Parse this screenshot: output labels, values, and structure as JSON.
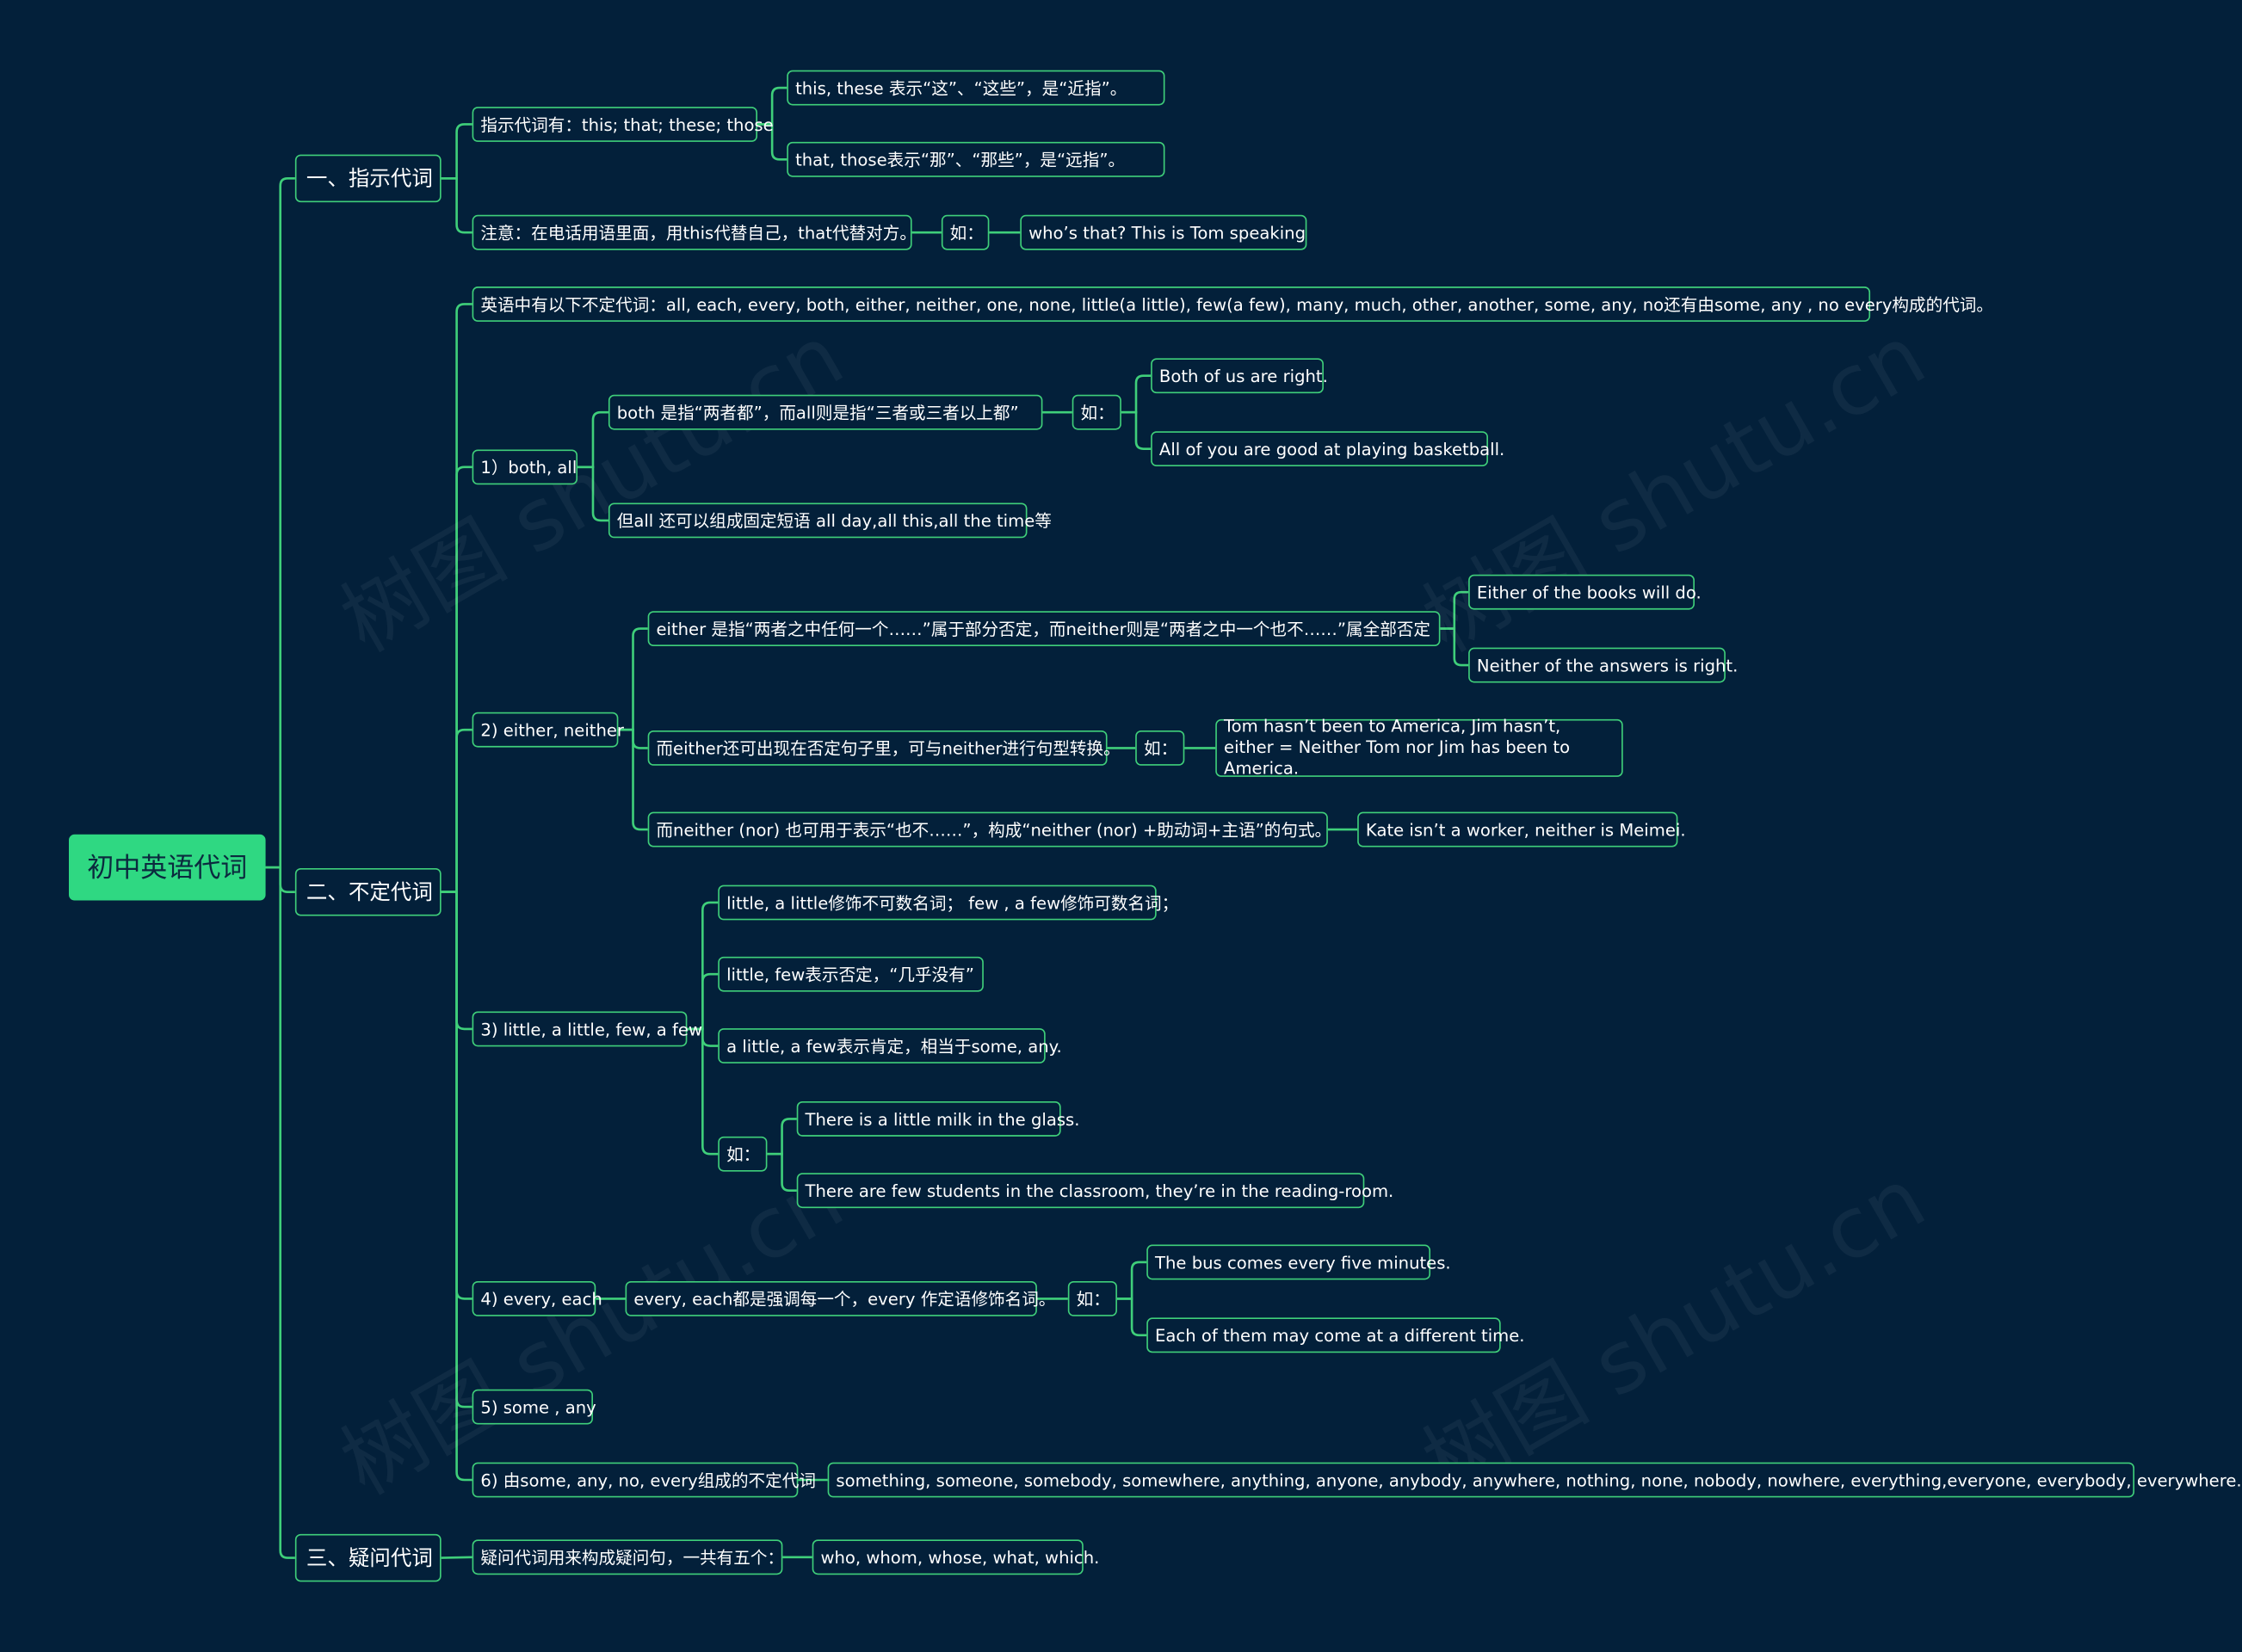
{
  "root": "初中英语代词",
  "sections": {
    "s1": "一、指示代词",
    "s2": "二、不定代词",
    "s3": "三、疑问代词"
  },
  "s1": {
    "a": "指示代词有：this; that; these; those",
    "a1": "this, these 表示“这”、“这些”，是“近指”。",
    "a2": "that, those表示“那”、“那些”，是“远指”。",
    "b": "注意：在电话用语里面，用this代替自己，that代替对方。",
    "b_ru": "如：",
    "b_ex": "who’s that? This is Tom speaking"
  },
  "s2": {
    "intro": "英语中有以下不定代词：all, each, every, both, either, neither, one, none, little(a little), few(a few), many, much, other, another, some, any, no还有由some, any , no every构成的代词。",
    "p1": "1）both, all",
    "p1a": "both 是指“两者都”，而all则是指“三者或三者以上都”",
    "p1a_ru": "如：",
    "p1a_ex1": "Both of us are right.",
    "p1a_ex2": "All of you are good at playing basketball.",
    "p1b": "但all 还可以组成固定短语 all day,all this,all the time等",
    "p2": "2) either, neither",
    "p2a": "either 是指“两者之中任何一个……”属于部分否定，而neither则是“两者之中一个也不……”属全部否定",
    "p2a_ex1": "Either of the books will do.",
    "p2a_ex2": "Neither of the answers is right.",
    "p2b": "而either还可出现在否定句子里，可与neither进行句型转换。",
    "p2b_ru": "如：",
    "p2b_ex": "Tom hasn’t been to America, Jim hasn’t, either = Neither Tom nor Jim has been to America.",
    "p2c": "而neither (nor) 也可用于表示“也不……”，构成“neither (nor) +助动词+主语”的句式。",
    "p2c_ex": "Kate isn’t a worker, neither is Meimei.",
    "p3": "3) little, a little, few, a few",
    "p3a": "little, a little修饰不可数名词； few , a few修饰可数名词；",
    "p3b": "little, few表示否定，“几乎没有”",
    "p3c": "a little, a few表示肯定，相当于some, any.",
    "p3_ru": "如：",
    "p3_ex1": "There is a little milk in the glass.",
    "p3_ex2": "There are few students in the classroom, they’re in the reading-room.",
    "p4": "4) every, each",
    "p4a": "every, each都是强调每一个，every 作定语修饰名词。",
    "p4a_ru": "如：",
    "p4a_ex1": "The bus comes every five minutes.",
    "p4a_ex2": "Each of them may come at a different time.",
    "p5": "5) some , any",
    "p6": "6) 由some, any, no, every组成的不定代词",
    "p6a": "something, someone, somebody, somewhere, anything, anyone, anybody, anywhere, nothing, none, nobody, nowhere, everything,everyone, everybody, everywhere."
  },
  "s3": {
    "a": "疑问代词用来构成疑问句，一共有五个：",
    "a_ex": "who, whom, whose, what, which."
  },
  "watermark": "树图 shutu.cn",
  "colors": {
    "background": "#03203a",
    "line": "#3fcf7a",
    "root_fill": "#2fd882",
    "text": "#ffffff"
  }
}
